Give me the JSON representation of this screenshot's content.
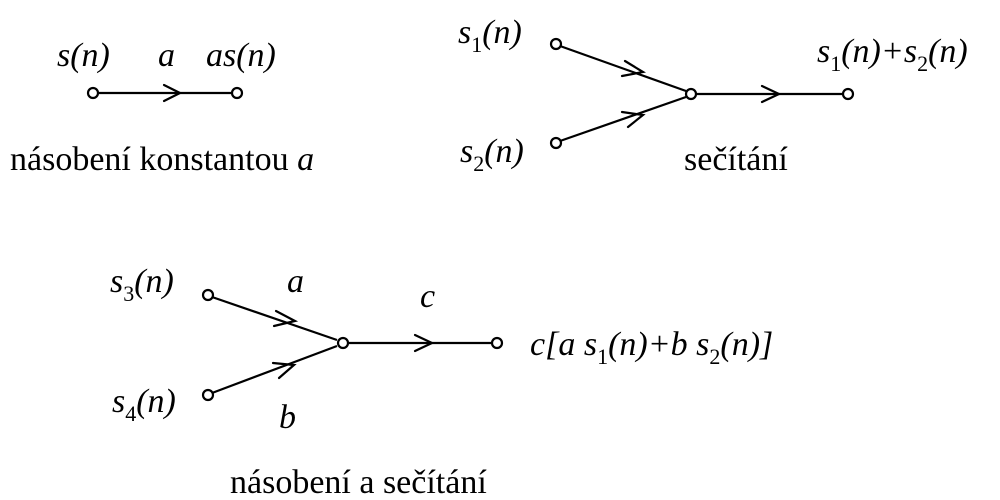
{
  "diagram1": {
    "input": "s(n)",
    "gain": "a",
    "output": "as(n)",
    "caption_text": "násobení konstantou ",
    "caption_var": "a"
  },
  "diagram2": {
    "input1_base": "s",
    "input1_sub": "1",
    "input1_arg": "(n)",
    "input2_base": "s",
    "input2_sub": "2",
    "input2_arg": "(n)",
    "out_p1": "s",
    "out_sub1": "1",
    "out_p2": "(n)+s",
    "out_sub2": "2",
    "out_p3": "(n)",
    "caption": "sečítání"
  },
  "diagram3": {
    "input1_base": "s",
    "input1_sub": "3",
    "input1_arg": "(n)",
    "input2_base": "s",
    "input2_sub": "4",
    "input2_arg": "(n)",
    "gain_top": "a",
    "gain_bottom": "b",
    "gain_out": "c",
    "out_p1": "c[a s",
    "out_sub1": "1",
    "out_p2": "(n)+b s",
    "out_sub2": "2",
    "out_p3": "(n)]",
    "caption": "násobení a sečítání"
  }
}
